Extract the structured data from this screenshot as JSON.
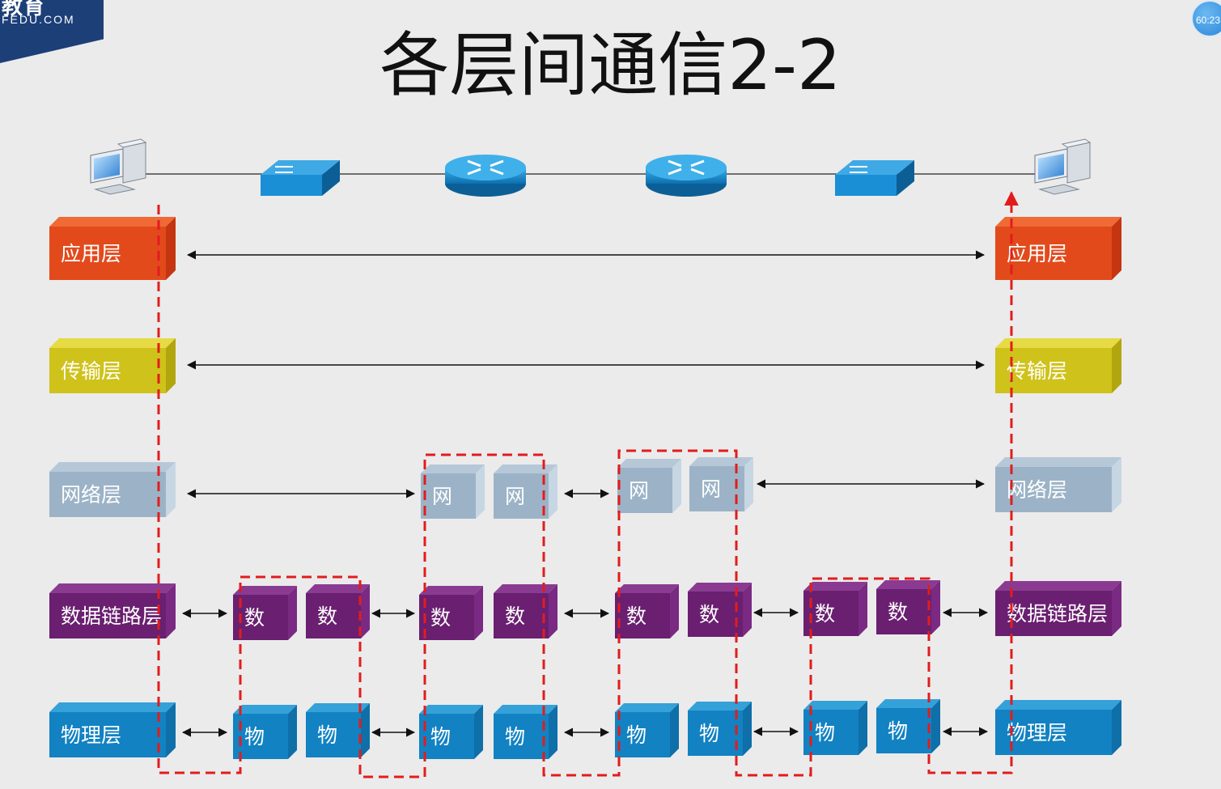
{
  "header": {
    "logo_brand": "教育",
    "logo_url": "FEDU.COM",
    "timer": "60:23",
    "title": "各层间通信2-2"
  },
  "layers": [
    {
      "id": "app",
      "name": "应用层",
      "short": "",
      "front": "#e24a1c",
      "top": "#f06a36",
      "side": "#c43510"
    },
    {
      "id": "transport",
      "name": "传输层",
      "short": "",
      "front": "#cfc21a",
      "top": "#e6db44",
      "side": "#b2a60e"
    },
    {
      "id": "network",
      "name": "网络层",
      "short": "网",
      "front": "#9cb3c7",
      "top": "#b6c8d8",
      "side": "#c7d6e3"
    },
    {
      "id": "datalink",
      "name": "数据链路层",
      "short": "数",
      "front": "#6a1f70",
      "top": "#8a3b91",
      "side": "#7a2a82"
    },
    {
      "id": "physical",
      "name": "物理层",
      "short": "物",
      "front": "#1282c2",
      "top": "#35a1d9",
      "side": "#0f6fa8"
    }
  ],
  "devices": [
    {
      "type": "pc-icon"
    },
    {
      "type": "switch-icon"
    },
    {
      "type": "router-icon"
    },
    {
      "type": "router-icon"
    },
    {
      "type": "switch-icon"
    },
    {
      "type": "pc-icon"
    }
  ],
  "colors": {
    "path": "#e21c1c",
    "arrow": "#111111",
    "cable": "#444444"
  }
}
